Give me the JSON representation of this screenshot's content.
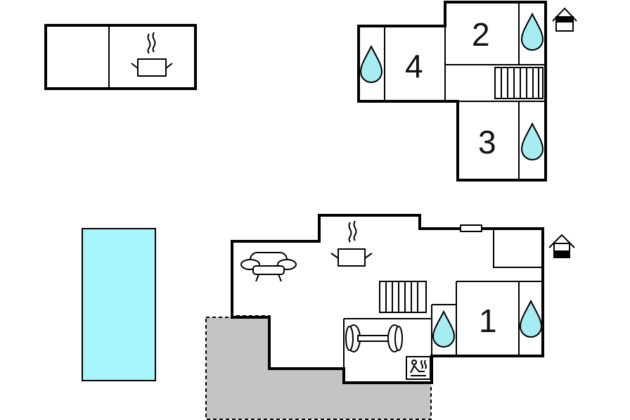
{
  "colors": {
    "pool": "#a6f6fb",
    "water_drop": "#a6ecf0",
    "terrace": "#c4c4c4",
    "wall": "#000000",
    "background": "#ffffff"
  },
  "upper_floor": {
    "rooms": [
      {
        "label": "2",
        "icon": "water-drop-icon"
      },
      {
        "label": "4",
        "icon": "water-drop-icon"
      },
      {
        "label": "3",
        "icon": "water-drop-icon"
      }
    ],
    "floor_icon": "upper-floor-house-icon",
    "stairs_icon": "stairs-icon"
  },
  "ground_floor": {
    "rooms": [
      {
        "label": "1",
        "icon": "water-drop-icon"
      }
    ],
    "floor_icon": "ground-floor-house-icon",
    "icons": [
      "sofa-icon",
      "kitchen-pot-icon",
      "stairs-icon",
      "dumbbell-icon",
      "sauna-icon",
      "water-drop-icon"
    ]
  },
  "annex": {
    "icons": [
      "kitchen-pot-icon"
    ]
  },
  "outdoor": {
    "pool_icon": "pool",
    "terrace_icon": "terrace"
  }
}
